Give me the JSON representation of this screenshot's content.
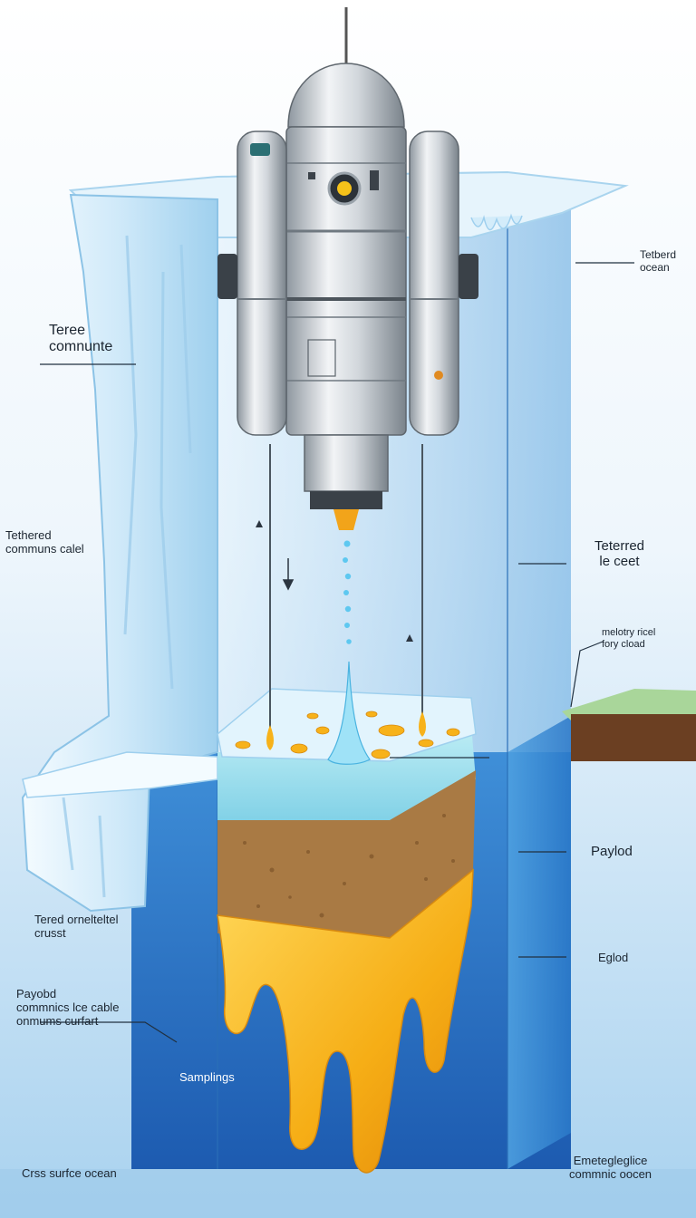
{
  "colors": {
    "sky_top": "#ffffff",
    "sky_bottom": "#b9dcf2",
    "ocean": "#2f7fd0",
    "ocean_deep": "#1f5fb2",
    "ice": "#d9eefa",
    "ice_shadow": "#8cc4e6",
    "metal": "#c9ced3",
    "metal_dark": "#6f7880",
    "regolith": "#a87a45",
    "liquid": "#f7b21a",
    "water_jet": "#5ec8f0",
    "label_line": "#203040"
  },
  "labels": {
    "top_left": "Teree\ncomnunte",
    "mid_left": "Tethered\ncommuns calel",
    "top_right": "Tetberd\nocean",
    "right_mid": "Teterred\nle ceet",
    "right_small": "melotry ricel\nfory cload",
    "payload_right": "Paylod",
    "eglod_right": "Eglod",
    "crust_left": "Tered ornelteltel\ncrusst",
    "payload_left": "Payobd\ncommnics lce cable\nonmums curfart",
    "samplings": "Samplings",
    "bottom_left": "Crss surfce ocean",
    "bottom_right": "Emetegleglice\ncommnic oocen"
  },
  "icons": {
    "probe": "cryobot-probe-icon",
    "camera": "camera-eye-icon",
    "arrow_down": "arrow-down-icon",
    "arrow_up": "arrow-up-icon"
  }
}
